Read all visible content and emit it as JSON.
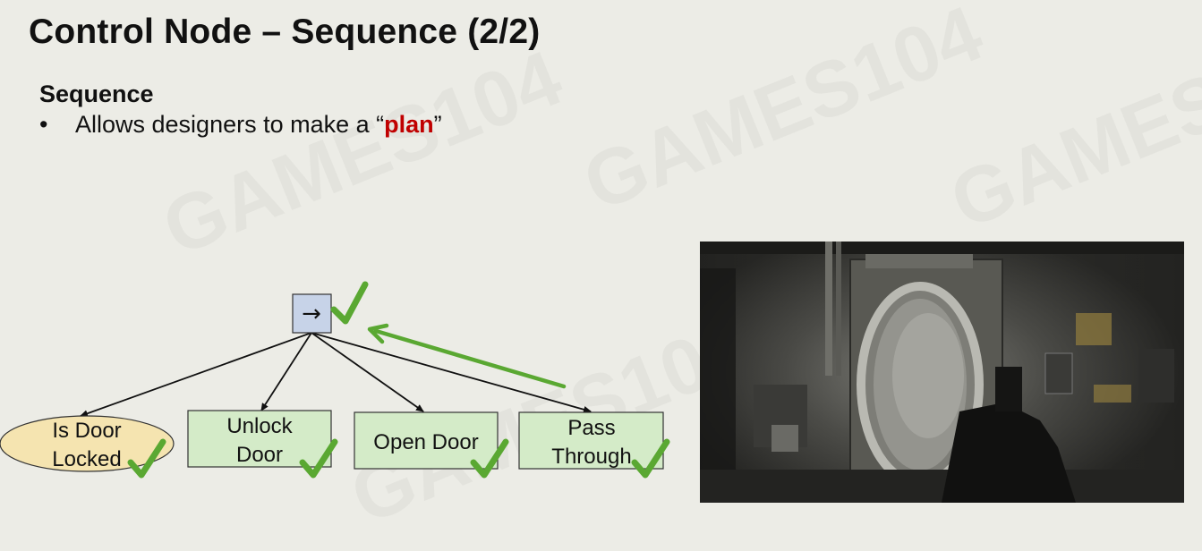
{
  "slide": {
    "title": "Control Node – Sequence (2/2)",
    "subtitle": "Sequence",
    "bullet": {
      "marker": "•",
      "prefix": "Allows designers to make a “",
      "emphasis": "plan",
      "suffix": "”"
    }
  },
  "diagram": {
    "root": {
      "symbol": "→",
      "icon": "sequence-arrow-icon",
      "status": "success"
    },
    "children": [
      {
        "shape": "ellipse",
        "line1": "Is Door",
        "line2": "Locked",
        "status": "success"
      },
      {
        "shape": "rect",
        "line1": "Unlock",
        "line2": "Door",
        "status": "success"
      },
      {
        "shape": "rect",
        "line1": "Open Door",
        "line2": "",
        "status": "success"
      },
      {
        "shape": "rect",
        "line1": "Pass",
        "line2": "Through",
        "status": "success"
      }
    ],
    "colors": {
      "root_fill": "#c7d3e8",
      "condition_fill": "#f5e4b0",
      "action_fill": "#d4ebc8",
      "check": "#5aa832",
      "return_arrow": "#5aa832"
    }
  },
  "watermark": {
    "text": "GAMES104"
  },
  "video": {
    "description_icon": "game-footage-vault-door-image"
  }
}
